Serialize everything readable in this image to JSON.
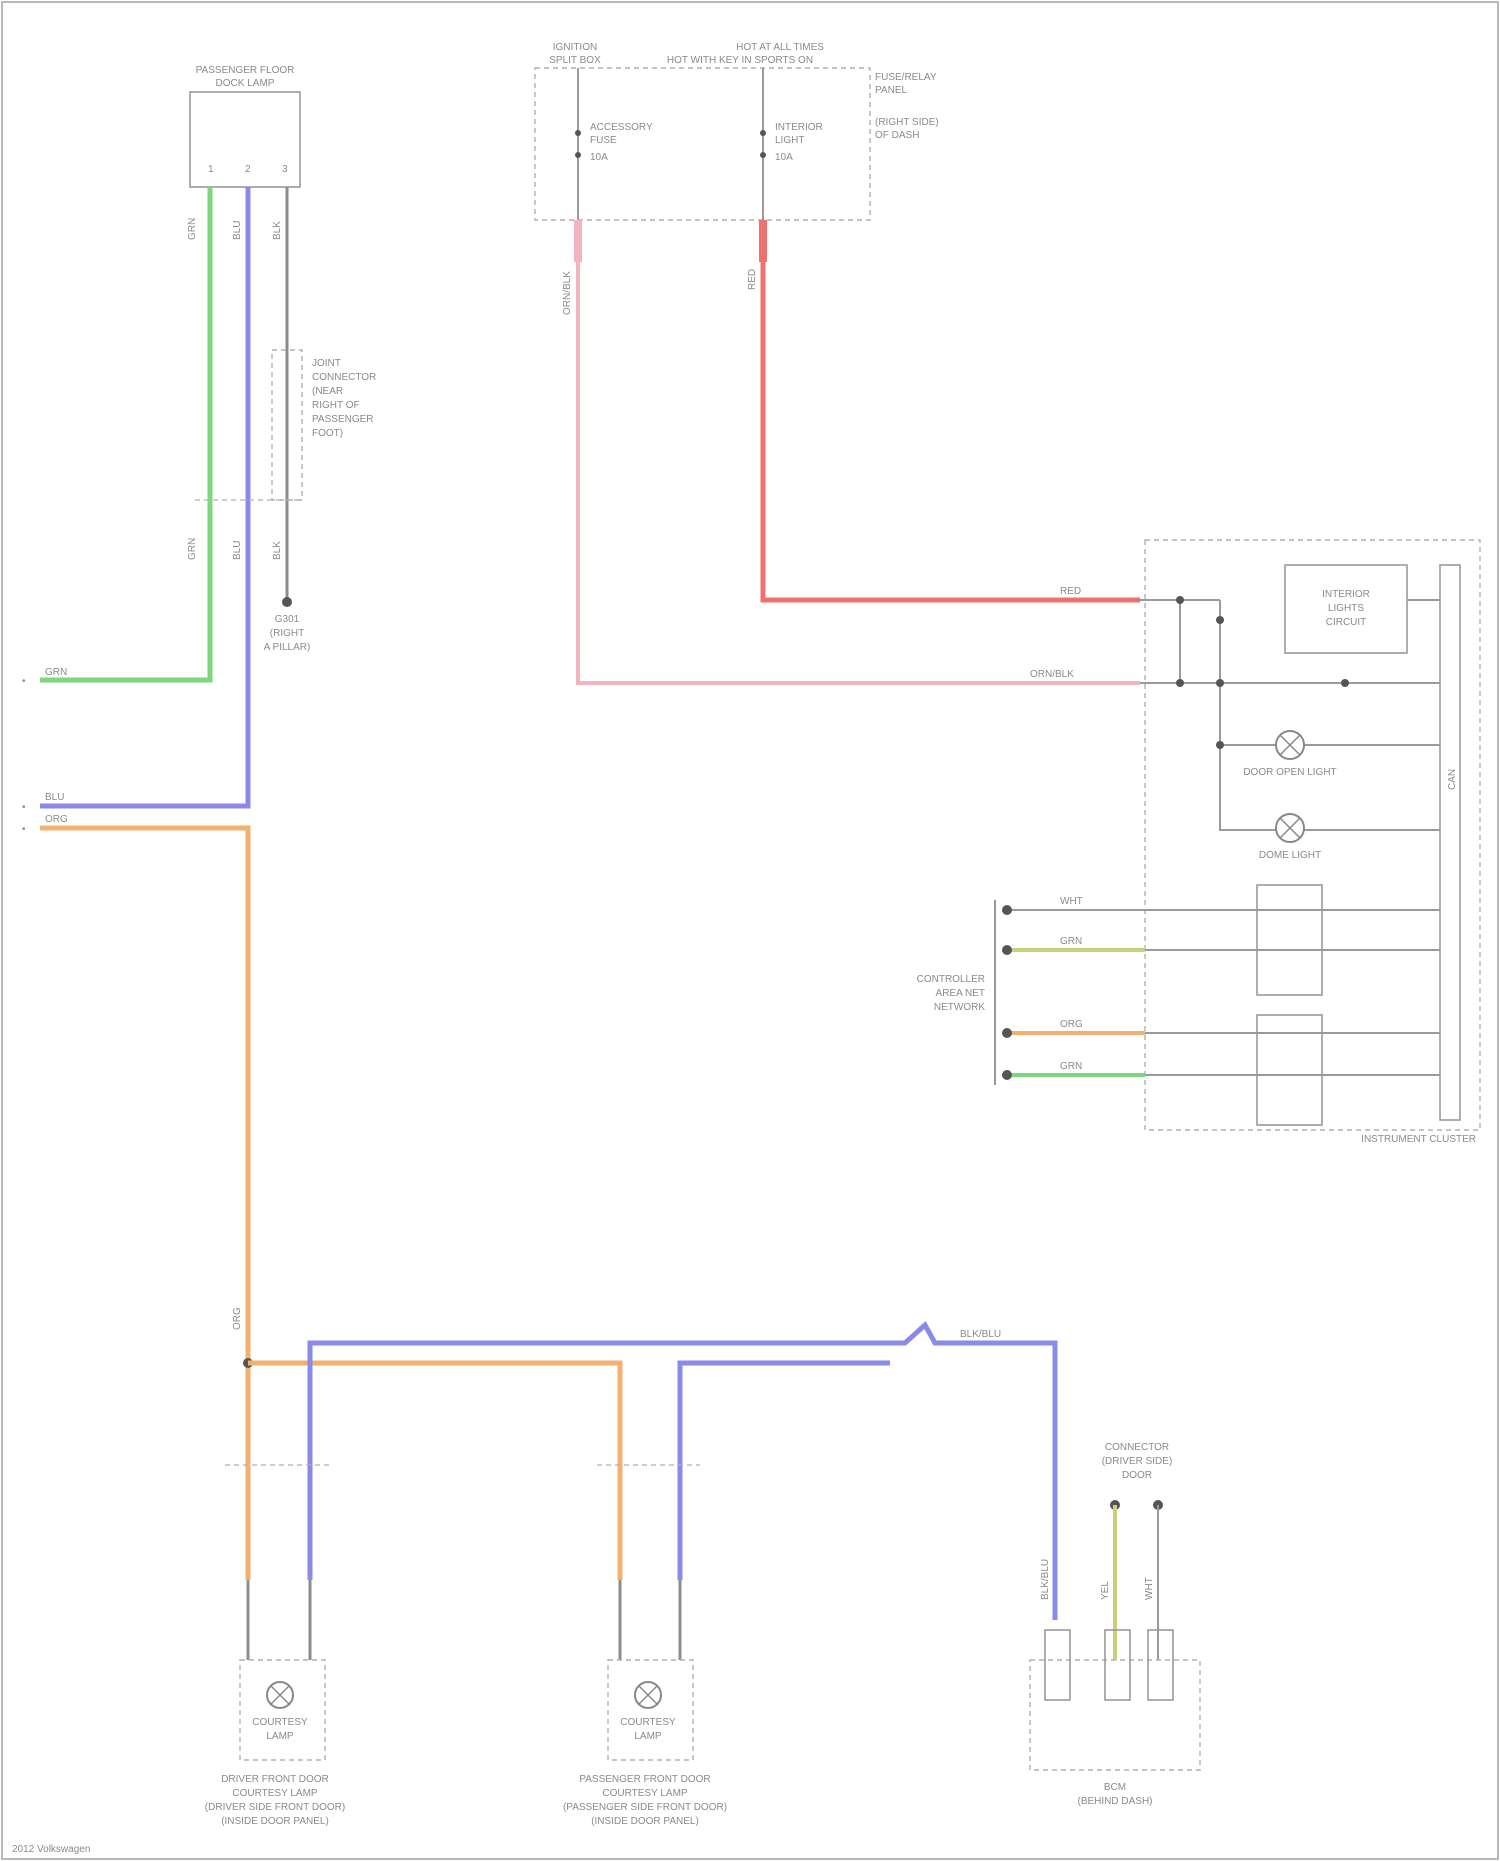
{
  "colors": {
    "green": "#7ed67e",
    "blue": "#8a8ae8",
    "orange": "#f3b070",
    "pink": "#f2b4be",
    "red": "#ee7070",
    "black": "#8c8c8c",
    "yellow_green": "#c9cf7a"
  },
  "components": {
    "top_lamp": {
      "title1": "PASSENGER FLOOR",
      "title2": "DOCK LAMP",
      "pins": [
        "1",
        "2",
        "3"
      ]
    },
    "splice_note": [
      "JOINT",
      "CONNECTOR",
      "(NEAR",
      "RIGHT OF",
      "PASSENGER",
      "FOOT)"
    ],
    "ground_top": [
      "G301",
      "(RIGHT",
      "A PILLAR)"
    ],
    "fuse_box": {
      "title_left": [
        "IGNITION",
        "SPLIT BOX"
      ],
      "title_mid": [
        "HOT AT ALL TIMES",
        "HOT WITH KEY IN SPORTS ON"
      ],
      "side": [
        "FUSE/RELAY",
        "PANEL",
        "(RIGHT SIDE)",
        "OF DASH"
      ],
      "fuse1": [
        "ACCESSORY",
        "FUSE",
        "10A"
      ],
      "fuse2": [
        "INTERIOR",
        "LIGHT",
        "10A"
      ]
    },
    "right_module": {
      "name": "INSTRUMENT CLUSTER",
      "inner": [
        "INTERIOR",
        "LIGHTS",
        "CIRCUIT"
      ],
      "lamp1": "DOOR OPEN LIGHT",
      "lamp2": "DOME LIGHT",
      "bus": "CAN",
      "can_label": [
        "CONTROLLER",
        "AREA NET",
        "NETWORK"
      ],
      "wires": [
        "WHT",
        "GRN",
        "ORG",
        "GRN"
      ]
    },
    "bottom_left_lamp": {
      "label": [
        "COURTESY",
        "LAMP"
      ],
      "title": [
        "DRIVER FRONT DOOR",
        "COURTESY LAMP",
        "(DRIVER SIDE FRONT DOOR)",
        "(INSIDE DOOR PANEL)"
      ]
    },
    "bottom_mid_lamp": {
      "label": [
        "COURTESY",
        "LAMP"
      ],
      "title": [
        "PASSENGER FRONT DOOR",
        "COURTESY LAMP",
        "(PASSENGER SIDE FRONT DOOR)",
        "(INSIDE DOOR PANEL)"
      ]
    },
    "bottom_right": {
      "top": [
        "CONNECTOR",
        "(DRIVER SIDE)",
        "DOOR"
      ],
      "title": [
        "BCM",
        "(BEHIND DASH)"
      ]
    }
  },
  "wire_labels": {
    "red": "RED",
    "orange_pink": "ORN/BLK",
    "blk_blue": "BLK/BLU",
    "grn": "GRN",
    "blu": "BLU",
    "blk": "BLK",
    "org": "ORG",
    "wht": "WHT",
    "yel": "YEL"
  },
  "footer": "2012 Volkswagen"
}
